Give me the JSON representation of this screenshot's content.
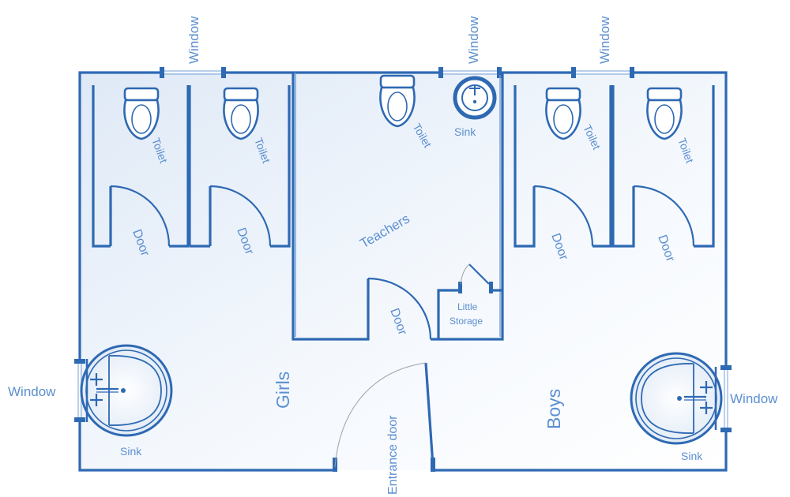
{
  "labels": {
    "window_top_left": "Window",
    "window_top_center": "Window",
    "window_top_right": "Window",
    "window_left": "Window",
    "window_right": "Window",
    "toilet_girls_1": "Toilet",
    "toilet_girls_2": "Toilet",
    "toilet_teachers": "Toilet",
    "toilet_boys_1": "Toilet",
    "toilet_boys_2": "Toilet",
    "door_girls_1": "Door",
    "door_girls_2": "Door",
    "door_teachers": "Door",
    "door_boys_1": "Door",
    "door_boys_2": "Door",
    "sink_teachers": "Sink",
    "sink_girls": "Sink",
    "sink_boys": "Sink",
    "teachers": "Teachers",
    "little_storage_line1": "Little",
    "little_storage_line2": "Storage",
    "girls": "Girls",
    "boys": "Boys",
    "entrance_door": "Entrance door"
  },
  "colors": {
    "wall": "#2e69b3",
    "label": "#5b8fd0",
    "floor_tint": "#dfe9f6"
  }
}
